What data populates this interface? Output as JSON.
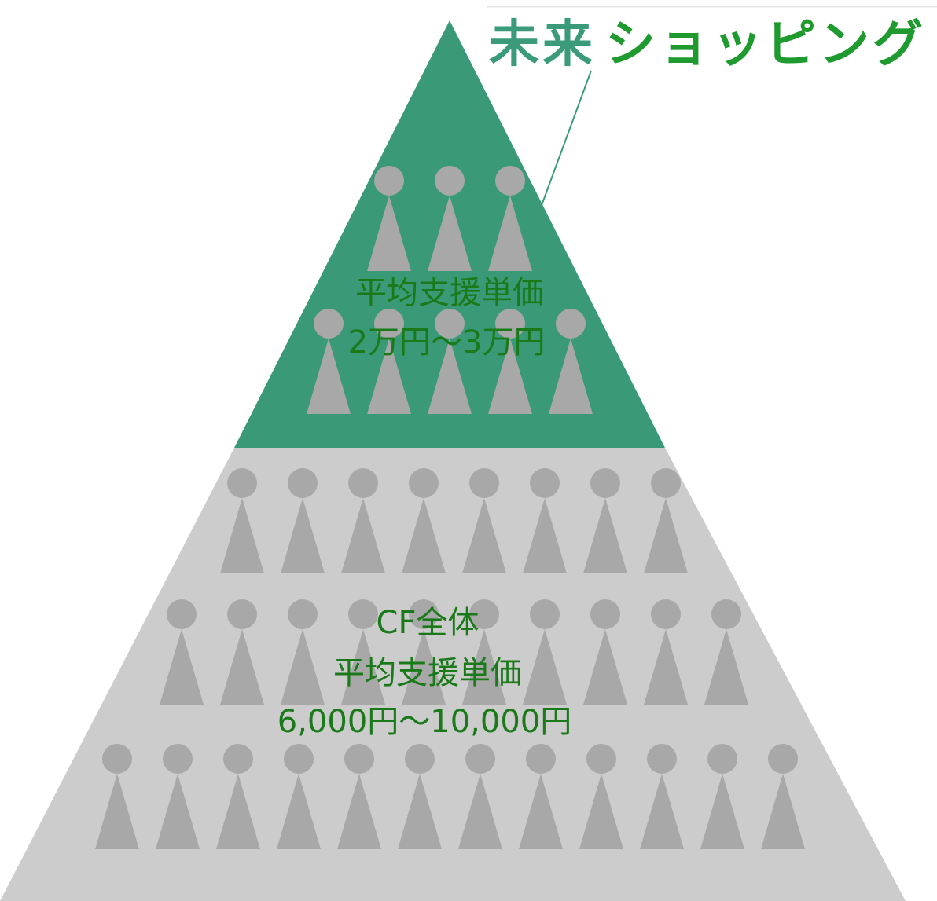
{
  "brand": {
    "name_part1": "未来",
    "name_part2": "ショッピング",
    "color_part1": "#3a9a7a",
    "color_part2": "#1e9a2e"
  },
  "top_tier": {
    "line1": "平均支援単価",
    "line2": "2万円〜3万円",
    "fill_color": "#3a9a78",
    "person_rows": [
      3,
      5
    ]
  },
  "bottom_tier": {
    "line1": "CF全体",
    "line2": "平均支援単価",
    "line3": "6,000円〜10,000円",
    "fill_color": "#cccccc",
    "person_rows": [
      8,
      10,
      12
    ]
  },
  "colors": {
    "person": "#a8a8a8",
    "label_text": "#1a7a1a",
    "callout_line": "#3a9a78"
  }
}
